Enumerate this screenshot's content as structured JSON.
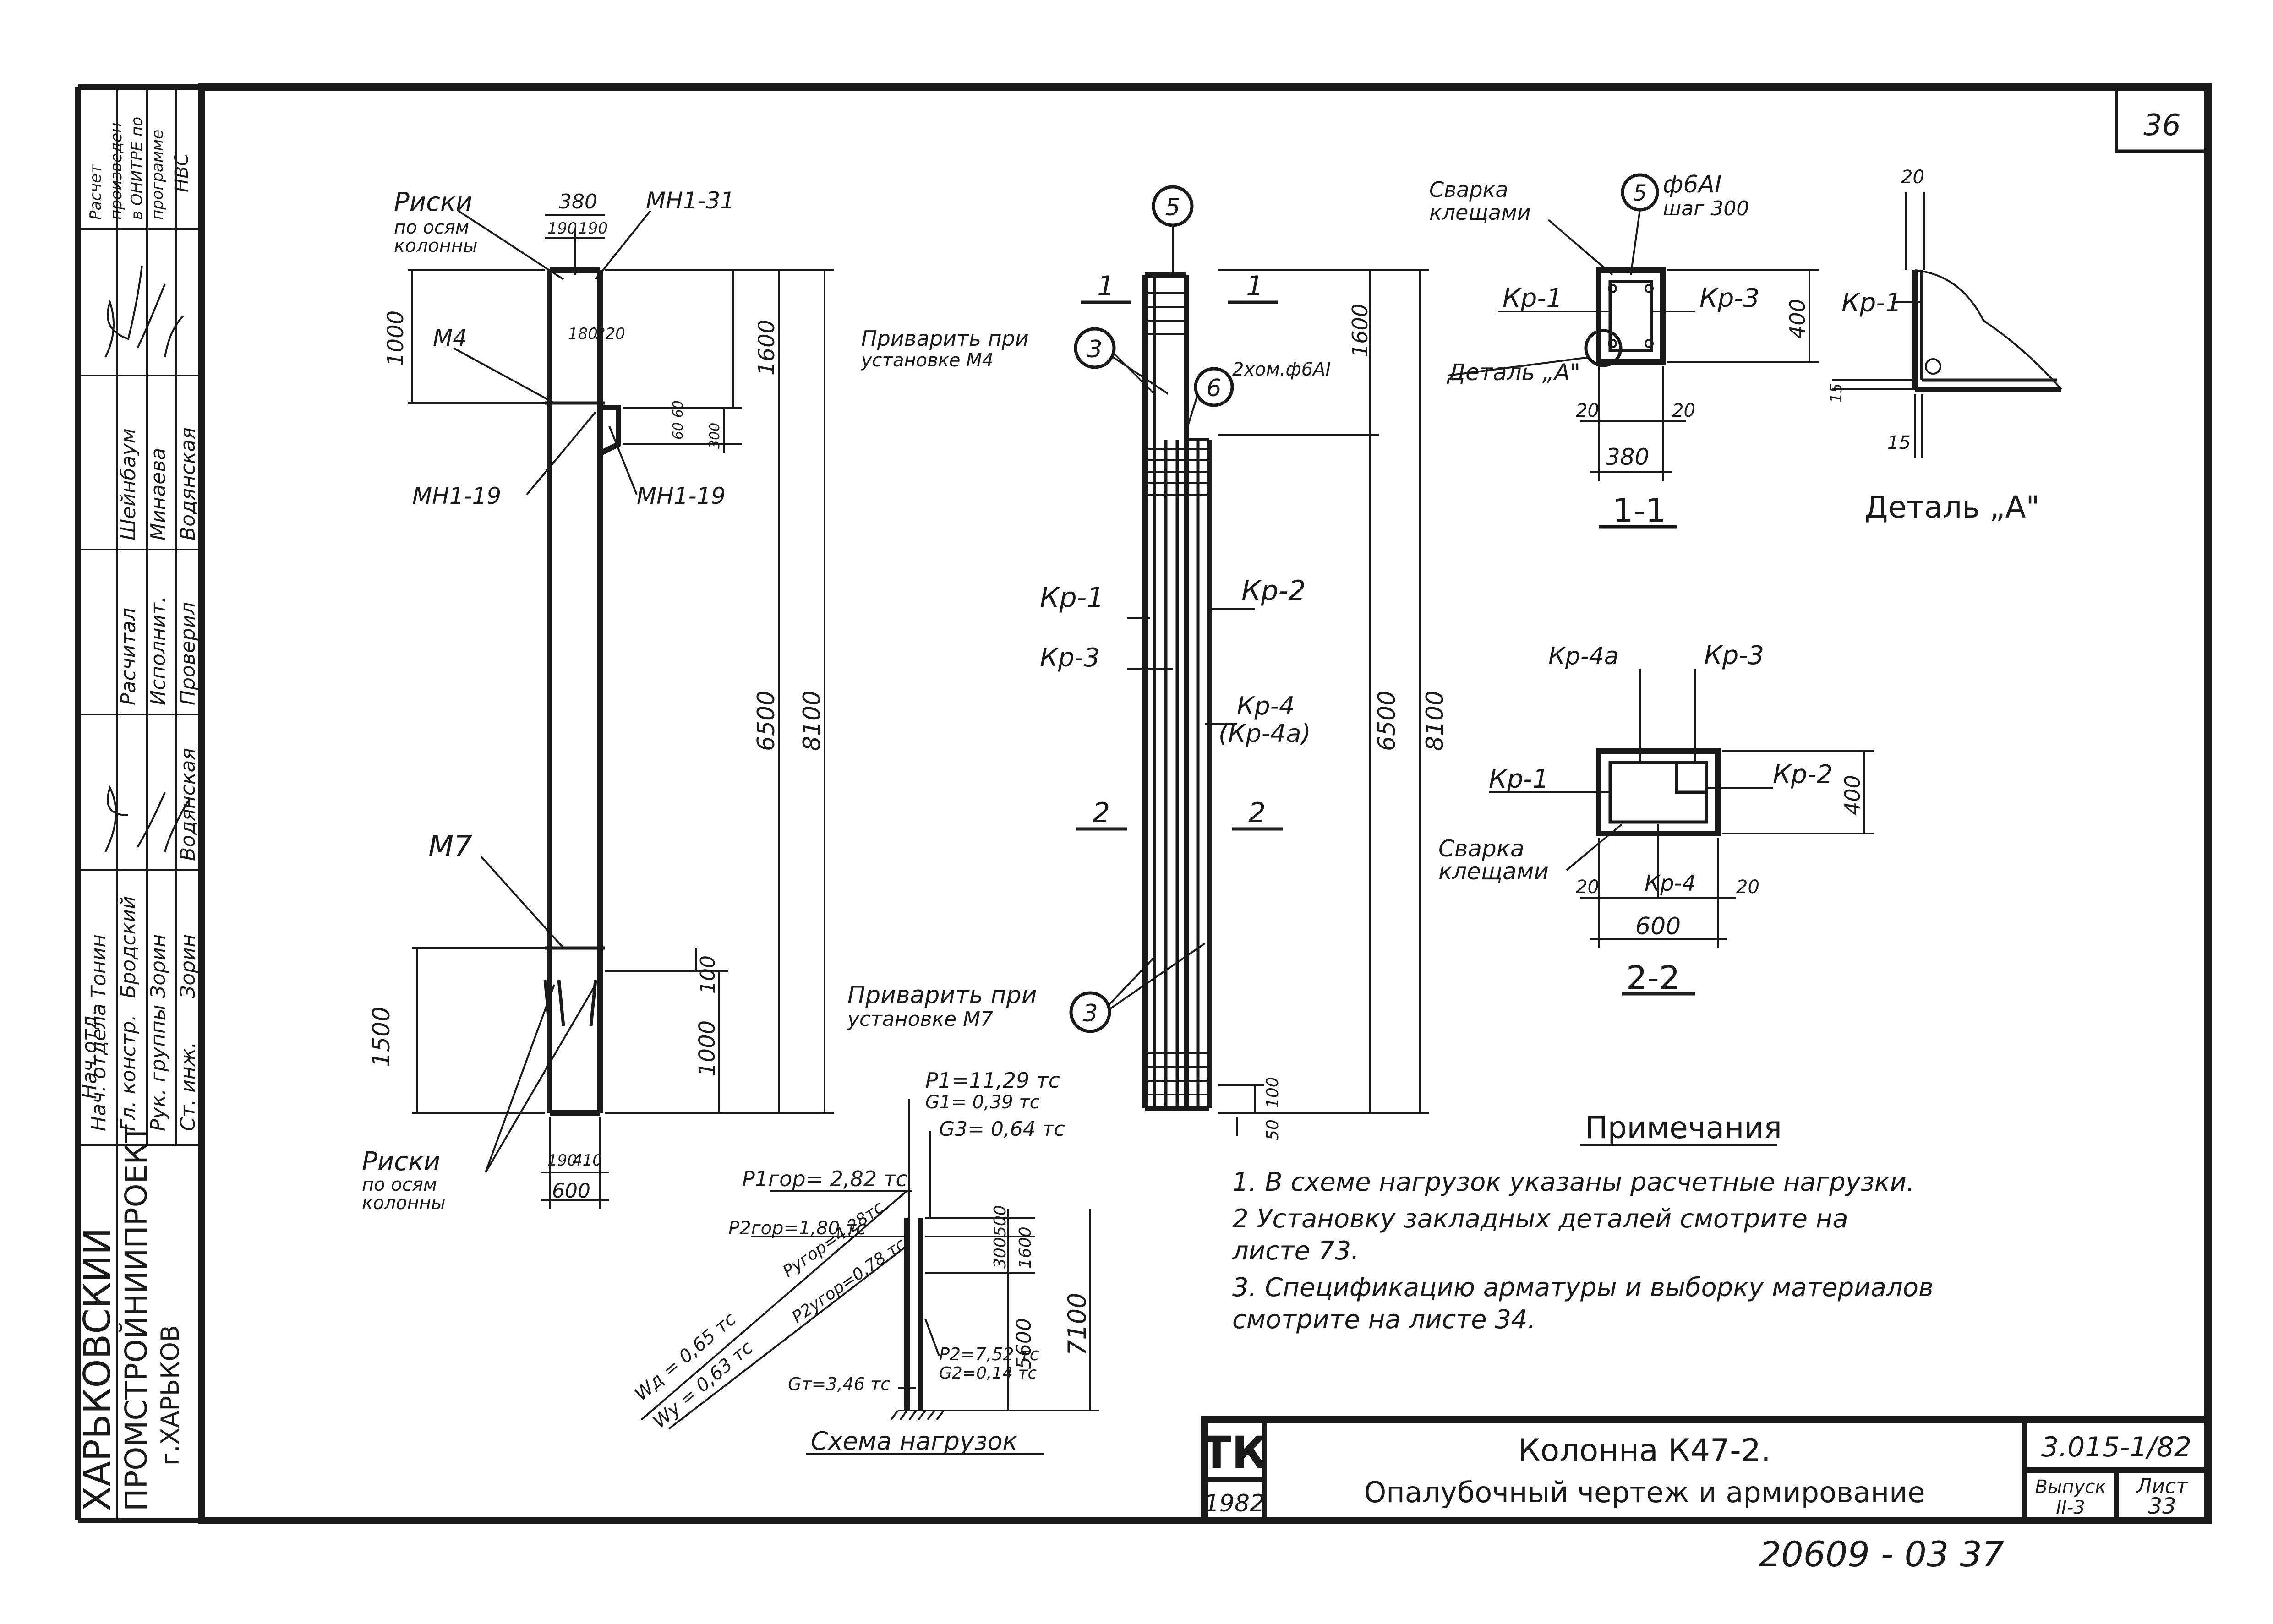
{
  "sheet": {
    "sheet_number": "36",
    "footer_number": "20609 - 03 37"
  },
  "side_stamp": {
    "calc_note": [
      "Расчет",
      "произведен",
      "в ОНИТРЕ по",
      "программе",
      "НВС"
    ],
    "roles": [
      "Расчитал",
      "Исполнит.",
      "Проверил"
    ],
    "role_names": [
      "Шейнбаум",
      "Минаева",
      "Водянская"
    ],
    "positions": [
      "Нач.отд.",
      "Нач. отдела",
      "Гл. констр.",
      "Рук. группы",
      "Ст. инж."
    ],
    "position_names": [
      "Тонин",
      "Бродский",
      "Зорин",
      "Зорин",
      "Водянская"
    ],
    "org": [
      "ХАРЬКОВСКИЙ",
      "ПРОМСТРОЙНИИПРОЕКТ",
      "г.ХАРЬКОВ"
    ]
  },
  "formwork": {
    "top_label": [
      "Риски",
      "по осям",
      "колонны"
    ],
    "bottom_label": [
      "Риски",
      "по осям",
      "колонны"
    ],
    "part_mn1_31": "МН1-31",
    "part_m4": "М4",
    "part_mn1_19_left": "МН1-19",
    "part_mn1_19_right": "МН1-19",
    "part_m7": "М7",
    "dim_380": "380",
    "dim_190a": "190",
    "dim_190b": "190",
    "dim_180": "180",
    "dim_220": "220",
    "dim_1000_top": "1000",
    "dim_1600": "1600",
    "dim_60_60": "60 60",
    "dim_300": "300",
    "dim_6500": "6500",
    "dim_8100": "8100",
    "dim_1500": "1500",
    "dim_100": "100",
    "dim_1000_bot": "1000",
    "dim_190c": "190",
    "dim_410": "410",
    "dim_600": "600"
  },
  "reinforcement": {
    "pos_5": "5",
    "pos_3_top": "3",
    "pos_3_bot": "3",
    "pos_6": "6",
    "sec1_left": "1",
    "sec1_right": "1",
    "sec2_left": "2",
    "sec2_right": "2",
    "weld_top": [
      "Приварить при",
      "установке М4"
    ],
    "weld_bot": [
      "Приварить при",
      "установке М7"
    ],
    "two_bars": "2хом.ф6АI",
    "kr1": "Кр-1",
    "kr2": "Кр-2",
    "kr3": "Кр-3",
    "kr4": "Кр-4",
    "kr4a": "(Кр-4а)",
    "dim_1600": "1600",
    "dim_6500": "6500",
    "dim_8100": "8100",
    "dim_100": "100",
    "dim_50": "50"
  },
  "section_1_1": {
    "title": "1-1",
    "weld": [
      "Сварка",
      "клещами"
    ],
    "pos": "5",
    "rebar": "ф6АI",
    "step": "шаг 300",
    "kr1": "Кр-1",
    "kr3": "Кр-3",
    "detail": "Деталь „А\"",
    "dim_400": "400",
    "dim_20a": "20",
    "dim_20b": "20",
    "dim_380": "380"
  },
  "detail_a": {
    "title": "Деталь „А\"",
    "kr1": "Кр-1",
    "dim_20": "20",
    "dim_15a": "15",
    "dim_15b": "15"
  },
  "section_2_2": {
    "title": "2-2",
    "kr4a": "Кр-4а",
    "kr3": "Кр-3",
    "kr1": "Кр-1",
    "kr2": "Кр-2",
    "kr4": "Кр-4",
    "weld": [
      "Сварка",
      "клещами"
    ],
    "dim_400": "400",
    "dim_20a": "20",
    "dim_20b": "20",
    "dim_600": "600"
  },
  "loads": {
    "title": "Схема нагрузок",
    "p1": "P1=11,29 тс",
    "g1": "G1= 0,39 тс",
    "g3": "G3= 0,64 тс",
    "p1_hor": "P1гор= 2,82 тс",
    "p2_hor": "P2гор=1,80 тс",
    "p_hor_y": "Pугор=4,28тс",
    "p2_hor_y": "P2угор=0,78 тс",
    "wd": "Wд = 0,65 тс",
    "wy": "Wу = 0,63 тс",
    "p2": "P2=7,52 тс",
    "g2": "G2=0,14 тс",
    "g_bottom": "Gт=3,46 тс",
    "dim_500": "500",
    "dim_300": "300",
    "dim_1600": "1600",
    "dim_5600": "5600",
    "dim_7100": "7100"
  },
  "notes": {
    "title": "Примечания",
    "items": [
      "1. В схеме нагрузок указаны расчетные нагрузки.",
      "2  Установку закладных деталей смотрите на",
      "    листе  73.",
      "3. Спецификацию арматуры и выборку материалов",
      "    смотрите на листе  34."
    ]
  },
  "title_block": {
    "logo": "ТК",
    "year": "1982",
    "title_line1": "Колонна  К47-2.",
    "title_line2": "Опалубочный  чертеж и армирование",
    "series": "3.015-1/82",
    "issue_label": "Выпуск",
    "issue_value": "II-3",
    "sheet_label": "Лист",
    "sheet_value": "33"
  }
}
